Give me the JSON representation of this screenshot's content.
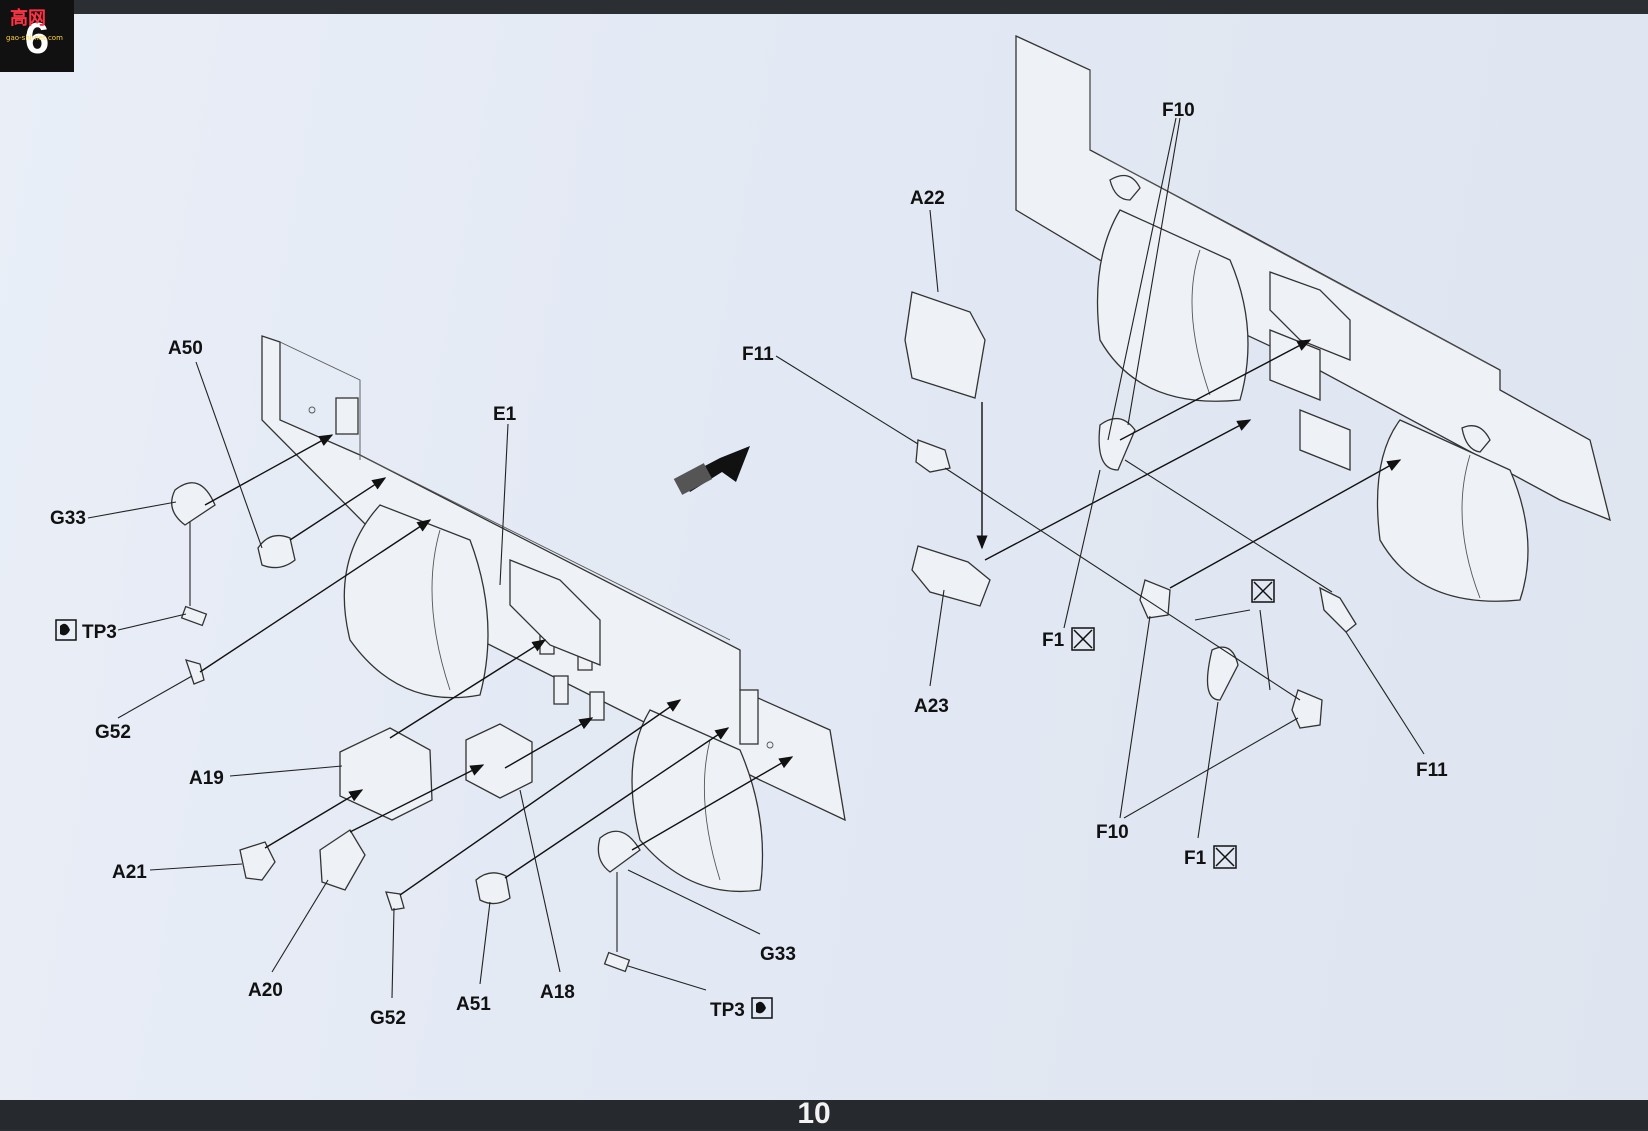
{
  "page": {
    "number": "10",
    "step": "6"
  },
  "watermark": {
    "text": "高网",
    "subtext": "gao-shi-net.com"
  },
  "labels": {
    "A50": "A50",
    "G33_left": "G33",
    "TP3_left": "TP3",
    "G52_left": "G52",
    "E1": "E1",
    "A19": "A19",
    "A21": "A21",
    "A20": "A20",
    "G52_bottom": "G52",
    "A51": "A51",
    "A18": "A18",
    "G33_right": "G33",
    "TP3_right": "TP3",
    "F10_top": "F10",
    "A22": "A22",
    "F11_left": "F11",
    "F1_top": "F1",
    "A23": "A23",
    "F11_right": "F11",
    "F10_bottom": "F10",
    "F1_bottom": "F1"
  },
  "icons": {
    "glue": "glue-icon",
    "no_glue": "no-glue-icon",
    "direction_arrow": "direction-arrow-icon"
  },
  "colors": {
    "paper": "#e6ebf4",
    "ink": "#111111",
    "bar": "#26292d"
  }
}
